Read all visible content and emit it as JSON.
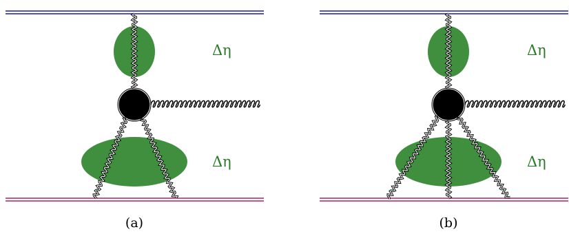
{
  "colors": {
    "top_line": "#1a1aa6",
    "bottom_line": "#b0205a",
    "blob_fill": "#3f8f3f",
    "label_green": "#2a7a2a",
    "vertex": "#000000"
  },
  "panels": [
    {
      "caption": "(a)",
      "label_top": "Δη",
      "label_bottom": "Δη"
    },
    {
      "caption": "(b)",
      "label_top": "Δη",
      "label_bottom": "Δη"
    }
  ]
}
